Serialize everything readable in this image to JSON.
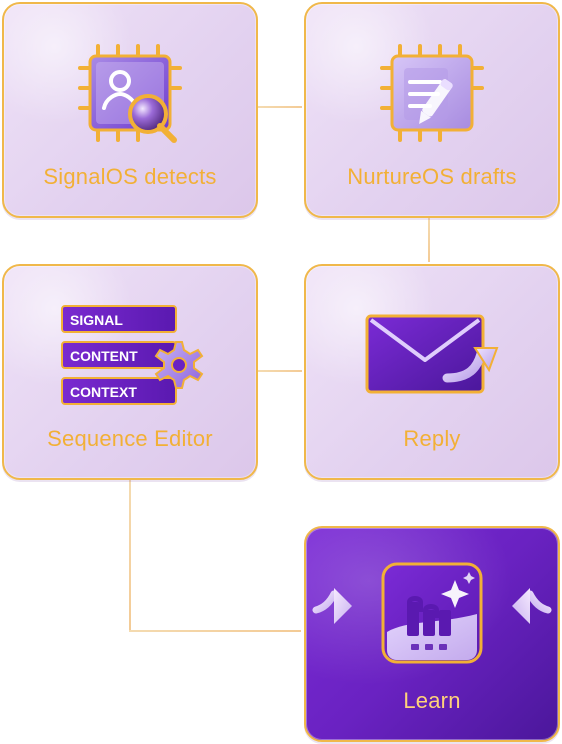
{
  "diagram": {
    "cards": [
      {
        "id": "signalos",
        "label": "SignalOS detects",
        "icon": "chip-user-search-icon"
      },
      {
        "id": "nurtureos",
        "label": "NurtureOS drafts",
        "icon": "chip-document-pencil-icon"
      },
      {
        "id": "sequence",
        "label": "Sequence Editor",
        "icon": "settings-tags-icon"
      },
      {
        "id": "reply",
        "label": "Reply",
        "icon": "email-reply-icon"
      },
      {
        "id": "learn",
        "label": "Learn",
        "icon": "m-logo-sparkle-icon"
      }
    ],
    "editor_tags": [
      "SIGNAL",
      "CONTENT",
      "CONTEXT"
    ],
    "colors": {
      "card_border": "#f0b84a",
      "card_bg": "#e6d7f2",
      "label_text": "#f2b036",
      "learn_bg": "#6a22c2",
      "tag_bg": "#6d20b8"
    }
  }
}
